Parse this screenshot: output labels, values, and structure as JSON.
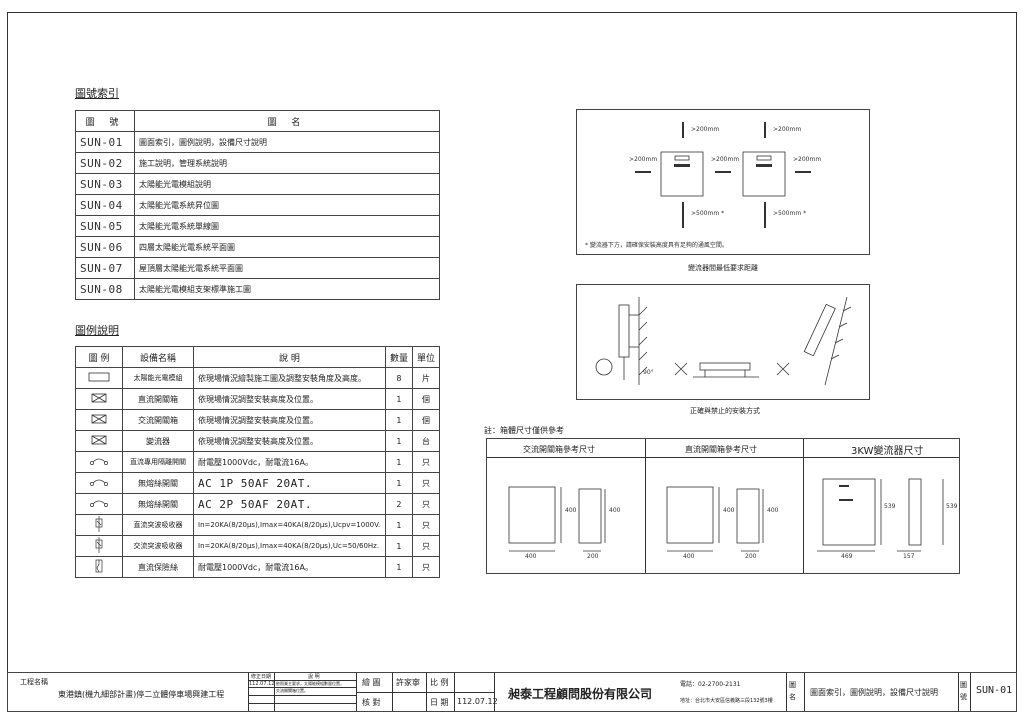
{
  "index": {
    "title": "圖號索引",
    "headers": [
      "圖 號",
      "圖 名"
    ],
    "rows": [
      {
        "code": "SUN-01",
        "name": "圖面索引，圖例說明，設備尺寸說明"
      },
      {
        "code": "SUN-02",
        "name": "施工說明，管理系統說明"
      },
      {
        "code": "SUN-03",
        "name": "太陽能光電模組說明"
      },
      {
        "code": "SUN-04",
        "name": "太陽能光電系統昇位圖"
      },
      {
        "code": "SUN-05",
        "name": "太陽能光電系統單線圖"
      },
      {
        "code": "SUN-06",
        "name": "四層太陽能光電系統平面圖"
      },
      {
        "code": "SUN-07",
        "name": "屋頂層太陽能光電系統平面圖"
      },
      {
        "code": "SUN-08",
        "name": "太陽能光電模組支架標準施工圖"
      }
    ]
  },
  "legend": {
    "title": "圖例說明",
    "headers": [
      "圖 例",
      "設備名稱",
      "說 明",
      "數量",
      "單位"
    ],
    "rows": [
      {
        "icon": "rect",
        "name": "太陽能光電模組",
        "desc": "依現場情況繪製施工圖及調整安裝角度及高度。",
        "qty": "8",
        "unit": "片"
      },
      {
        "icon": "envelope",
        "name": "直流開關箱",
        "desc": "依現場情況調整安裝高度及位置。",
        "qty": "1",
        "unit": "個"
      },
      {
        "icon": "envelope",
        "name": "交流開關箱",
        "desc": "依現場情況調整安裝高度及位置。",
        "qty": "1",
        "unit": "個"
      },
      {
        "icon": "envelope",
        "name": "變流器",
        "desc": "依現場情況調整安裝高度及位置。",
        "qty": "1",
        "unit": "台"
      },
      {
        "icon": "switch",
        "name": "直流專用隔離開關",
        "desc": "耐電壓1000Vdc，耐電流16A。",
        "qty": "1",
        "unit": "只"
      },
      {
        "icon": "switch",
        "name": "無熔絲開關",
        "desc": "AC 1P 50AF 20AT.",
        "qty": "1",
        "unit": "只"
      },
      {
        "icon": "switch",
        "name": "無熔絲開關",
        "desc": "AC 2P 50AF 20AT.",
        "qty": "2",
        "unit": "只"
      },
      {
        "icon": "spd",
        "name": "直流突波吸收器",
        "desc": "In=20KA(8/20μs),Imax=40KA(8/20μs),Ucpv=1000V.",
        "qty": "1",
        "unit": "只"
      },
      {
        "icon": "spd",
        "name": "交流突波吸收器",
        "desc": "In=20KA(8/20μs),Imax=40KA(8/20μs),Uc=50/60Hz.",
        "qty": "1",
        "unit": "只"
      },
      {
        "icon": "fuse",
        "name": "直流保險絲",
        "desc": "耐電壓1000Vdc，耐電流16A。",
        "qty": "1",
        "unit": "只"
      }
    ]
  },
  "clearance": {
    "top1": ">200mm",
    "top2": ">200mm",
    "left": ">200mm",
    "mid": ">200mm",
    "right": ">200mm",
    "bottom1": ">500mm *",
    "bottom2": ">500mm *",
    "angle": "90°",
    "note": "* 變流器下方，請確保安裝高度具有足夠的通風空間。",
    "caption": "變流器間最低要求距離",
    "caption2": "正確與禁止的安裝方式"
  },
  "dims": {
    "note": "註：箱體尺寸僅供參考",
    "headers": [
      "交流開關箱參考尺寸",
      "直流開關箱參考尺寸",
      "3KW變流器尺寸"
    ],
    "ac": {
      "w": "400",
      "h": "400",
      "h2": "400",
      "d": "200"
    },
    "dc": {
      "w": "400",
      "h": "400",
      "h2": "400",
      "d": "200"
    },
    "inv": {
      "w": "469",
      "h": "539",
      "h2": "539",
      "d": "157"
    }
  },
  "titleblock": {
    "project_label": "工程名稱",
    "project": "東港鎮(機九細部計畫)停二立體停車場興建工程",
    "rev_date_label": "修正日期",
    "rev_desc_label": "說 明",
    "rev_date": "112.07.12",
    "rev_note1": "依照業主要求，太陽能模組數量位置，",
    "rev_note2": "交流開關箱位置。",
    "draw_label": "繪 圖",
    "draw": "許家寧",
    "check_label": "核 對",
    "scale_label": "比 例",
    "date_label": "日 期",
    "date": "112.07.12",
    "company": "昶泰工程顧問股份有限公司",
    "tel": "電話：02-2700-2131",
    "addr": "地址：台北市大安區信義路三段132號3樓",
    "sheet_name_label": "圖名",
    "sheet_name": "圖面索引，圖例說明，設備尺寸說明",
    "sheet_no_label": "圖號",
    "sheet_no": "SUN-01"
  }
}
